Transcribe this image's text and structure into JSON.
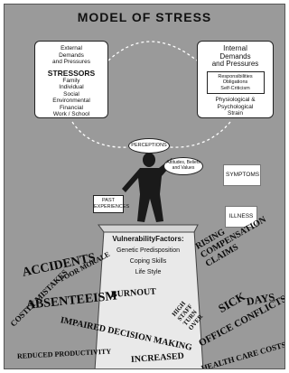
{
  "title": "MODEL OF STRESS",
  "external": {
    "heading_lines": [
      "External",
      "Demands",
      "and Pressures"
    ],
    "stressors_label": "STRESSORS",
    "items": [
      "Family",
      "Individual",
      "Social",
      "Environmental",
      "Financial",
      "Work / School"
    ]
  },
  "internal": {
    "heading_lines": [
      "Internal",
      "Demands",
      "and Pressures"
    ],
    "box_lines": [
      "Responsibilities",
      "Obligations",
      "Self-Criticism"
    ],
    "footer_lines": [
      "Physiological &",
      "Psychological",
      "Strain"
    ]
  },
  "perceptions": "PERCEPTIONS",
  "attitudes_lines": [
    "Attitudes, Beliefs",
    "and Values"
  ],
  "past_experiences_lines": [
    "PAST",
    "EXPERIENCES"
  ],
  "symptoms": "SYMPTOMS",
  "illness": "ILLNESS",
  "vulnerability": {
    "title": "VulnerabilityFactors:",
    "items": [
      "Genetic Predisposition",
      "Coping Skills",
      "Life Style"
    ]
  },
  "outcomes": [
    "ACCIDENTS",
    "POOR MORALE",
    "ABSENTEEISM",
    "COSTLY MISTAKES",
    "BURNOUT",
    "IMPAIRED DECISION MAKING",
    "REDUCED PRODUCTIVITY",
    "INCREASED",
    "RISING COMPENSATION CLAIMS",
    "SICK",
    "DAYS",
    "HIGH STAFF TURN OVER",
    "OFFICE CONFLICTS",
    "HEALTH CARE COSTS"
  ]
}
